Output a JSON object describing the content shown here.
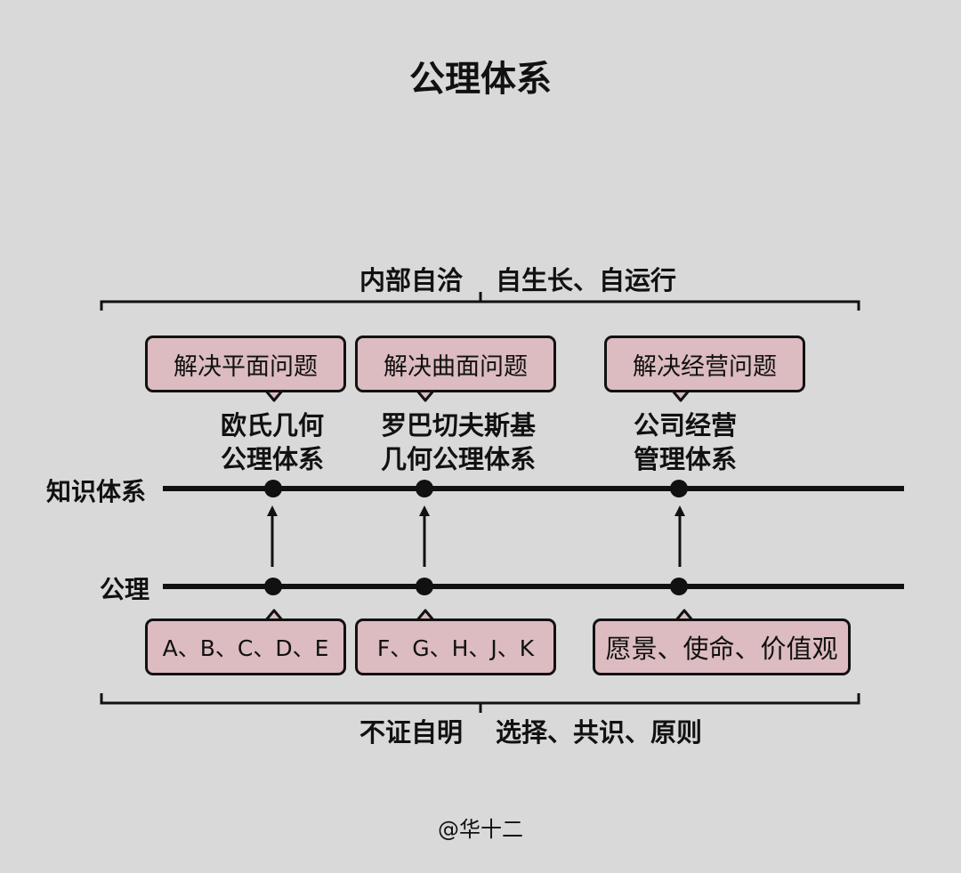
{
  "title": "公理体系",
  "top_bracket": {
    "left": "内部自洽",
    "right": "自生长、自运行"
  },
  "bottom_bracket": {
    "left": "不证自明",
    "right": "选择、共识、原则"
  },
  "rows": {
    "knowledge": "知识体系",
    "axiom": "公理"
  },
  "columns": [
    {
      "problem": "解决平面问题",
      "system_line1": "欧氏几何",
      "system_line2": "公理体系",
      "axioms": "A、B、C、D、E"
    },
    {
      "problem": "解决曲面问题",
      "system_line1": "罗巴切夫斯基",
      "system_line2": "几何公理体系",
      "axioms": "F、G、H、J、K"
    },
    {
      "problem": "解决经营问题",
      "system_line1": "公司经营",
      "system_line2": "管理体系",
      "axioms": "愿景、使命、价值观"
    }
  ],
  "credit": "@华十二",
  "colors": {
    "background": "#d9d9d9",
    "bubble_fill": "#dcbcc0",
    "line": "#111111"
  }
}
